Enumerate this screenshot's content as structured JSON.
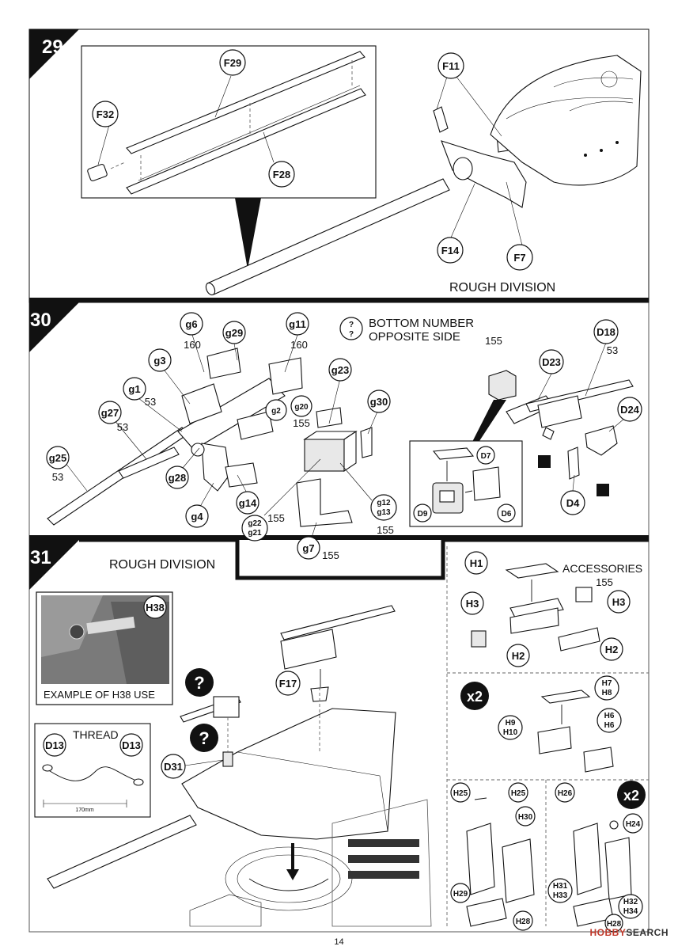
{
  "step29": {
    "number": "29",
    "parts_inset": [
      "F29",
      "F32",
      "F28"
    ],
    "parts": [
      "F11",
      "F14",
      "F7"
    ],
    "note": "ROUGH DIVISION"
  },
  "step30": {
    "number": "30",
    "legend_symbol": "?",
    "legend_text_line1": "BOTTOM NUMBER",
    "legend_text_line2": "OPPOSITE SIDE",
    "parts": {
      "g6": "g6",
      "g6_num": "160",
      "g29": "g29",
      "g11": "g11",
      "g11_num": "160",
      "g3": "g3",
      "g1": "g1",
      "g1_num": "53",
      "g27": "g27",
      "g27_num": "53",
      "g2": "g2",
      "g23": "g23",
      "g20": "g20",
      "g20_num": "155",
      "g30": "g30",
      "g25": "g25",
      "g25_num": "53",
      "g28": "g28",
      "g14": "g14",
      "g4": "g4",
      "g22_21": "g22\ng21",
      "g22_num": "155",
      "g12_13": "g12\ng13",
      "g12_num": "155",
      "g7": "g7",
      "g7_num": "155",
      "d_num": "155",
      "D23": "D23",
      "D18": "D18",
      "D18_num": "53",
      "D24": "D24",
      "D4": "D4",
      "D7": "D7",
      "D6": "D6",
      "D9": "D9"
    }
  },
  "step31": {
    "number": "31",
    "note": "ROUGH DIVISION",
    "example_caption": "EXAMPLE OF H38 USE",
    "H38": "H38",
    "thread_title": "THREAD",
    "thread_length": "170mm",
    "D13": "D13",
    "F17": "F17",
    "D31": "D31",
    "unknown_symbol": "?",
    "accessories_title": "ACCESSORIES",
    "accessories_num": "155",
    "acc_parts": [
      "H1",
      "H3",
      "H3",
      "H2",
      "H2"
    ],
    "x2": "x2",
    "acc2_parts": [
      "H7\nH8",
      "H9\nH10",
      "H6\nH6"
    ],
    "h_left": [
      "H25",
      "H25",
      "H30",
      "H29",
      "H28"
    ],
    "h_right": [
      "H26",
      "H24",
      "H31\nH33",
      "H32\nH34",
      "H28"
    ]
  },
  "page_number": "14",
  "watermark": {
    "brand": "HOBBY",
    "rest": "SEARCH"
  }
}
